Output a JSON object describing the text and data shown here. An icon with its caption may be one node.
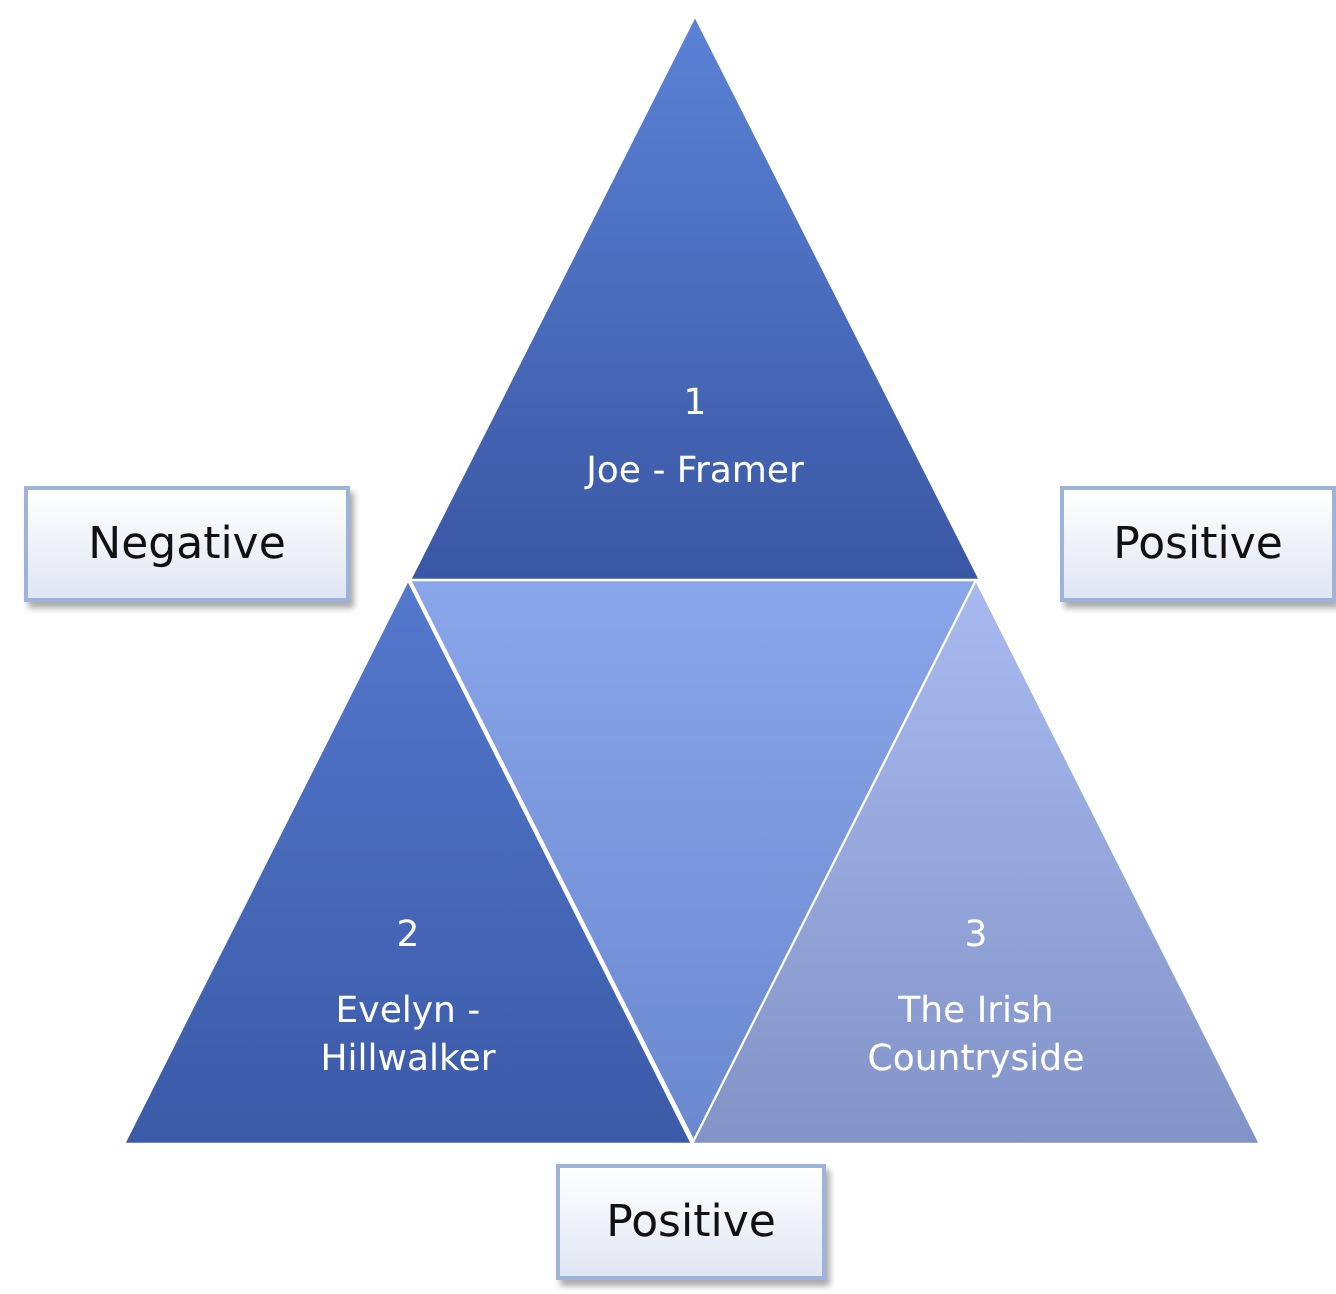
{
  "diagram": {
    "nodes": [
      {
        "text": [
          "1",
          "Joe - Framer"
        ]
      },
      {
        "text": [
          "2",
          "Evelyn - Hillwalker"
        ]
      },
      {
        "text": [],
        "shape": "triangle"
      },
      {
        "text": [
          "3",
          "The Irish Countryside"
        ]
      },
      {
        "text": [
          "Negative"
        ]
      },
      {
        "text": [
          "Positive"
        ]
      },
      {
        "text": [
          "Positive"
        ]
      }
    ],
    "edges": []
  }
}
